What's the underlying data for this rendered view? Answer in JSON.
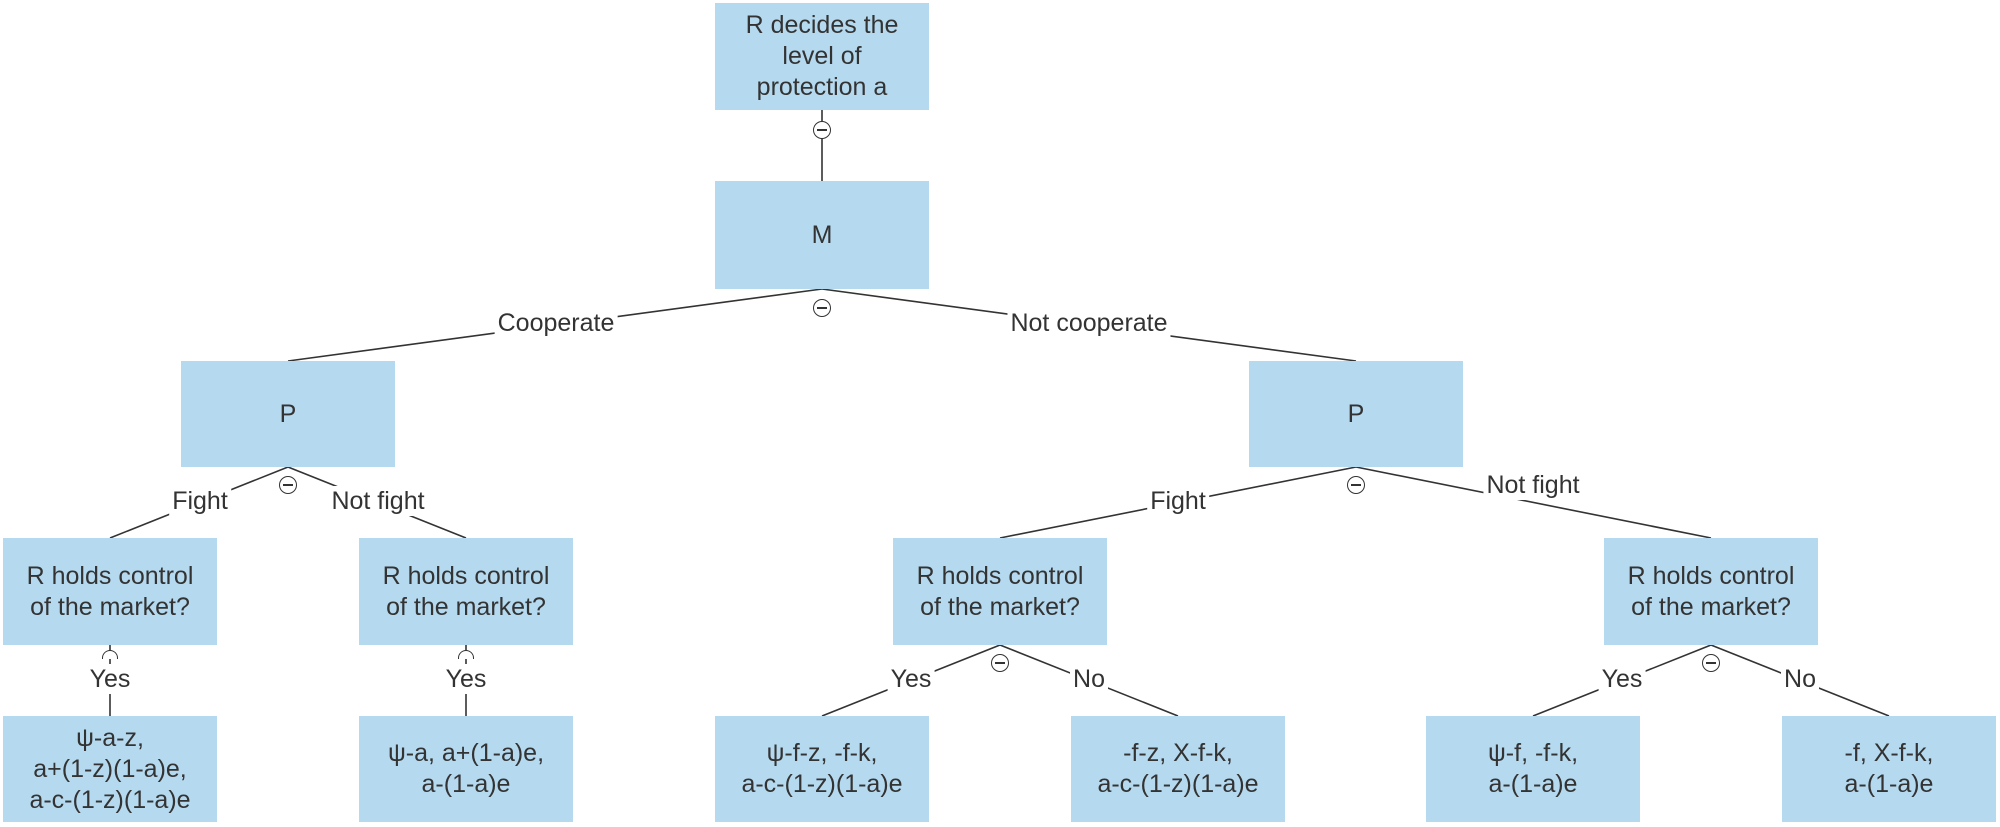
{
  "nodes": {
    "root": "R decides the\nlevel of\nprotection a",
    "m": "M",
    "p_left": "P",
    "p_right": "P",
    "r_ll": "R holds control\nof the market?",
    "r_lr": "R holds control\nof the market?",
    "r_rl": "R holds control\nof the market?",
    "r_rr": "R holds control\nof the market?",
    "pay1": "ψ-a-z,\na+(1-z)(1-a)e,\na-c-(1-z)(1-a)e",
    "pay2": "ψ-a, a+(1-a)e,\na-(1-a)e",
    "pay3": "ψ-f-z, -f-k,\na-c-(1-z)(1-a)e",
    "pay4": "-f-z, X-f-k,\na-c-(1-z)(1-a)e",
    "pay5": "ψ-f, -f-k,\na-(1-a)e",
    "pay6": "-f, X-f-k,\na-(1-a)e"
  },
  "edges": {
    "cooperate": "Cooperate",
    "not_cooperate": "Not cooperate",
    "fight_left": "Fight",
    "not_fight_left": "Not fight",
    "fight_right": "Fight",
    "not_fight_right": "Not fight",
    "yes_1": "Yes",
    "yes_2": "Yes",
    "yes_3": "Yes",
    "no_3": "No",
    "yes_4": "Yes",
    "no_4": "No"
  },
  "colors": {
    "node_fill": "#b5d9ef",
    "line": "#333333",
    "text": "#333333"
  },
  "icons": [
    "collapse-icon",
    "collapsed-arc-icon"
  ]
}
